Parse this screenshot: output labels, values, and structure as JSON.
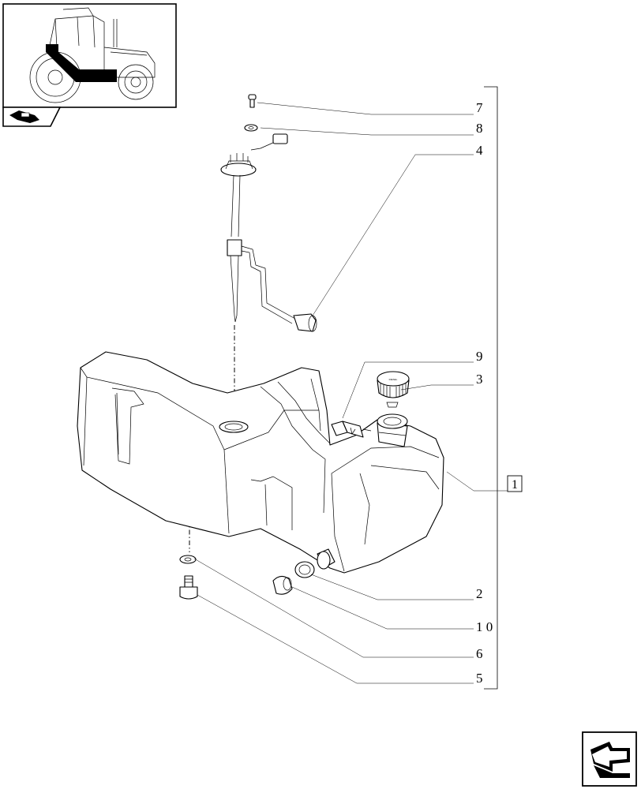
{
  "diagram": {
    "callouts": [
      {
        "id": "7",
        "label": "7"
      },
      {
        "id": "8",
        "label": "8"
      },
      {
        "id": "4",
        "label": "4"
      },
      {
        "id": "9",
        "label": "9"
      },
      {
        "id": "3",
        "label": "3"
      },
      {
        "id": "2",
        "label": "2"
      },
      {
        "id": "10",
        "label": "1 0"
      },
      {
        "id": "6",
        "label": "6"
      },
      {
        "id": "5",
        "label": "5"
      }
    ],
    "assembly_ref": "1",
    "cap_stamp": "DIESEL",
    "icons": {
      "thumbnail": "tractor-thumbnail-icon",
      "section": "fuel-tank-section-icon",
      "navigation": "next-page-arrow-icon"
    }
  }
}
